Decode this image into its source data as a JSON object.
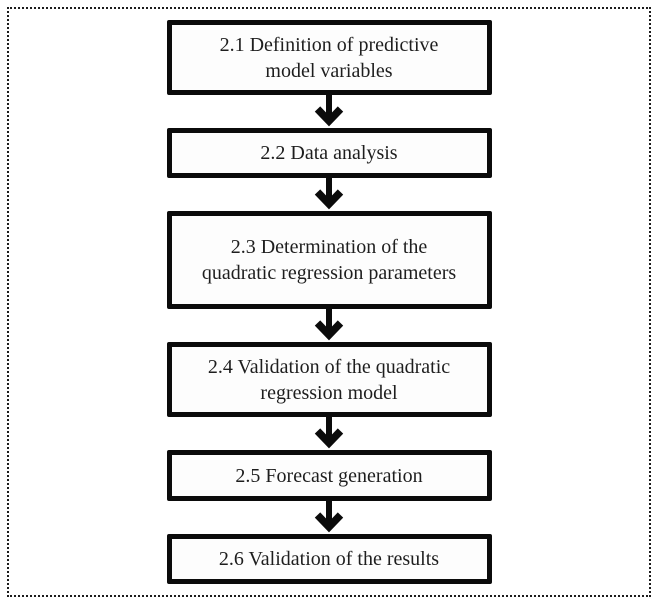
{
  "figure": {
    "type": "flowchart",
    "title": "Quadratic regression forecasting methodology flowchart",
    "connector": "down-arrow",
    "steps": [
      {
        "id": "2.1",
        "label": "2.1 Definition of predictive model variables",
        "lines": [
          "2.1 Definition of predictive",
          "model variables"
        ]
      },
      {
        "id": "2.2",
        "label": "2.2 Data analysis",
        "lines": [
          "2.2 Data analysis"
        ]
      },
      {
        "id": "2.3",
        "label": "2.3 Determination of the quadratic regression parameters",
        "lines": [
          "2.3 Determination of the",
          "quadratic regression parameters"
        ]
      },
      {
        "id": "2.4",
        "label": "2.4 Validation of the quadratic regression model",
        "lines": [
          "2.4 Validation of the quadratic",
          "regression model"
        ]
      },
      {
        "id": "2.5",
        "label": "2.5 Forecast generation",
        "lines": [
          "2.5 Forecast generation"
        ]
      },
      {
        "id": "2.6",
        "label": "2.6 Validation of the results",
        "lines": [
          "2.6 Validation of the results"
        ]
      }
    ],
    "colors": {
      "background": "#ffffff",
      "frame_border": "#1c1c1c",
      "box_border": "#0b0b0b",
      "box_fill": "#fdfdfd",
      "text": "#1e1e1e",
      "arrow": "#0b0b0b"
    }
  }
}
